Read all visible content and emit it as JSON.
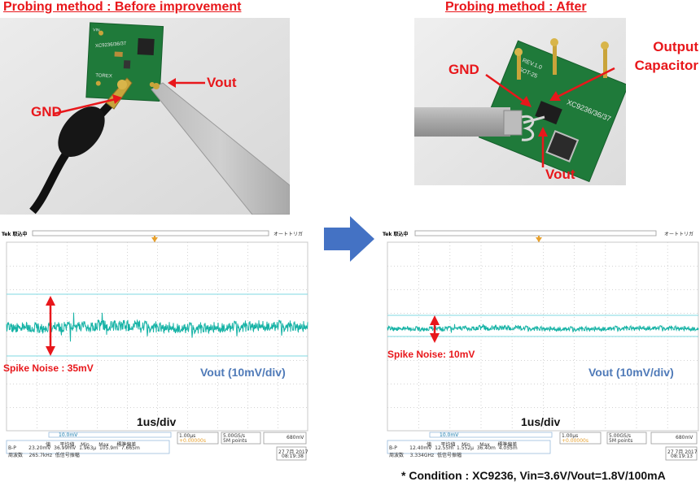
{
  "headings": {
    "before": "Probing method : Before improvement",
    "after": "Probing method : After"
  },
  "photo_before": {
    "gnd_label": "GND",
    "vout_label": "Vout",
    "board_text": "XC9236/36/37",
    "board_pins": "VIN",
    "torex_text": "TOREX"
  },
  "photo_after": {
    "gnd_label": "GND",
    "output_cap_label_1": "Output",
    "output_cap_label_2": "Capacitor",
    "vout_label": "Vout",
    "board_text": "XC9236/36/37",
    "board_rev": "REV.1.0",
    "board_pkg": "SOT-25"
  },
  "scope_left": {
    "brand": "Tek",
    "status": "取込中",
    "trigger_label": "オートトリガ",
    "spike_label": "Spike Noise : 35mV",
    "vdiv_label": "Vout (10mV/div)",
    "tdiv_label": "1us/div",
    "ch_label": "10.0mV",
    "meas_headers": [
      "値",
      "平均値",
      "Min",
      "Max",
      "標準偏差"
    ],
    "meas_row1": [
      "B-P",
      "23.20mV",
      "36.99mV",
      "1.963μ",
      "105.9m",
      "7.665m"
    ],
    "meas_row2": [
      "周波数",
      "265.7kHz",
      "低信号振幅"
    ],
    "timebase": "1.00μs",
    "timebase2": "+0.00000s",
    "sample": "5.00GS/s",
    "points": "5M points",
    "trig": "680mV",
    "date": "27 7月 2017",
    "time": "08:19:38"
  },
  "scope_right": {
    "brand": "Tek",
    "status": "取込中",
    "trigger_label": "オートトリガ",
    "spike_label": "Spike Noise: 10mV",
    "vdiv_label": "Vout (10mV/div)",
    "tdiv_label": "1us/div",
    "ch_label": "10.0mV",
    "meas_headers": [
      "値",
      "平均値",
      "Min",
      "Max",
      "標準偏差"
    ],
    "meas_row1": [
      "B-P",
      "12.40mV",
      "12.55m",
      "1.552μ",
      "36.40m",
      "4.055m"
    ],
    "meas_row2": [
      "周波数",
      "3.334GHz",
      "低信号振幅"
    ],
    "timebase": "1.00μs",
    "timebase2": "+0.00000s",
    "sample": "5.00GS/s",
    "points": "5M points",
    "trig": "680mV",
    "date": "27 7月 2017",
    "time": "08:19:13"
  },
  "condition": "* Condition : XC9236, Vin=3.6V/Vout=1.8V/100mA",
  "colors": {
    "accent_red": "#e8171b",
    "arrow_blue": "#4472c4",
    "trace": "#17b3a6",
    "vdiv_text": "#4f7ab8",
    "pcb": "#1f7a3a"
  }
}
